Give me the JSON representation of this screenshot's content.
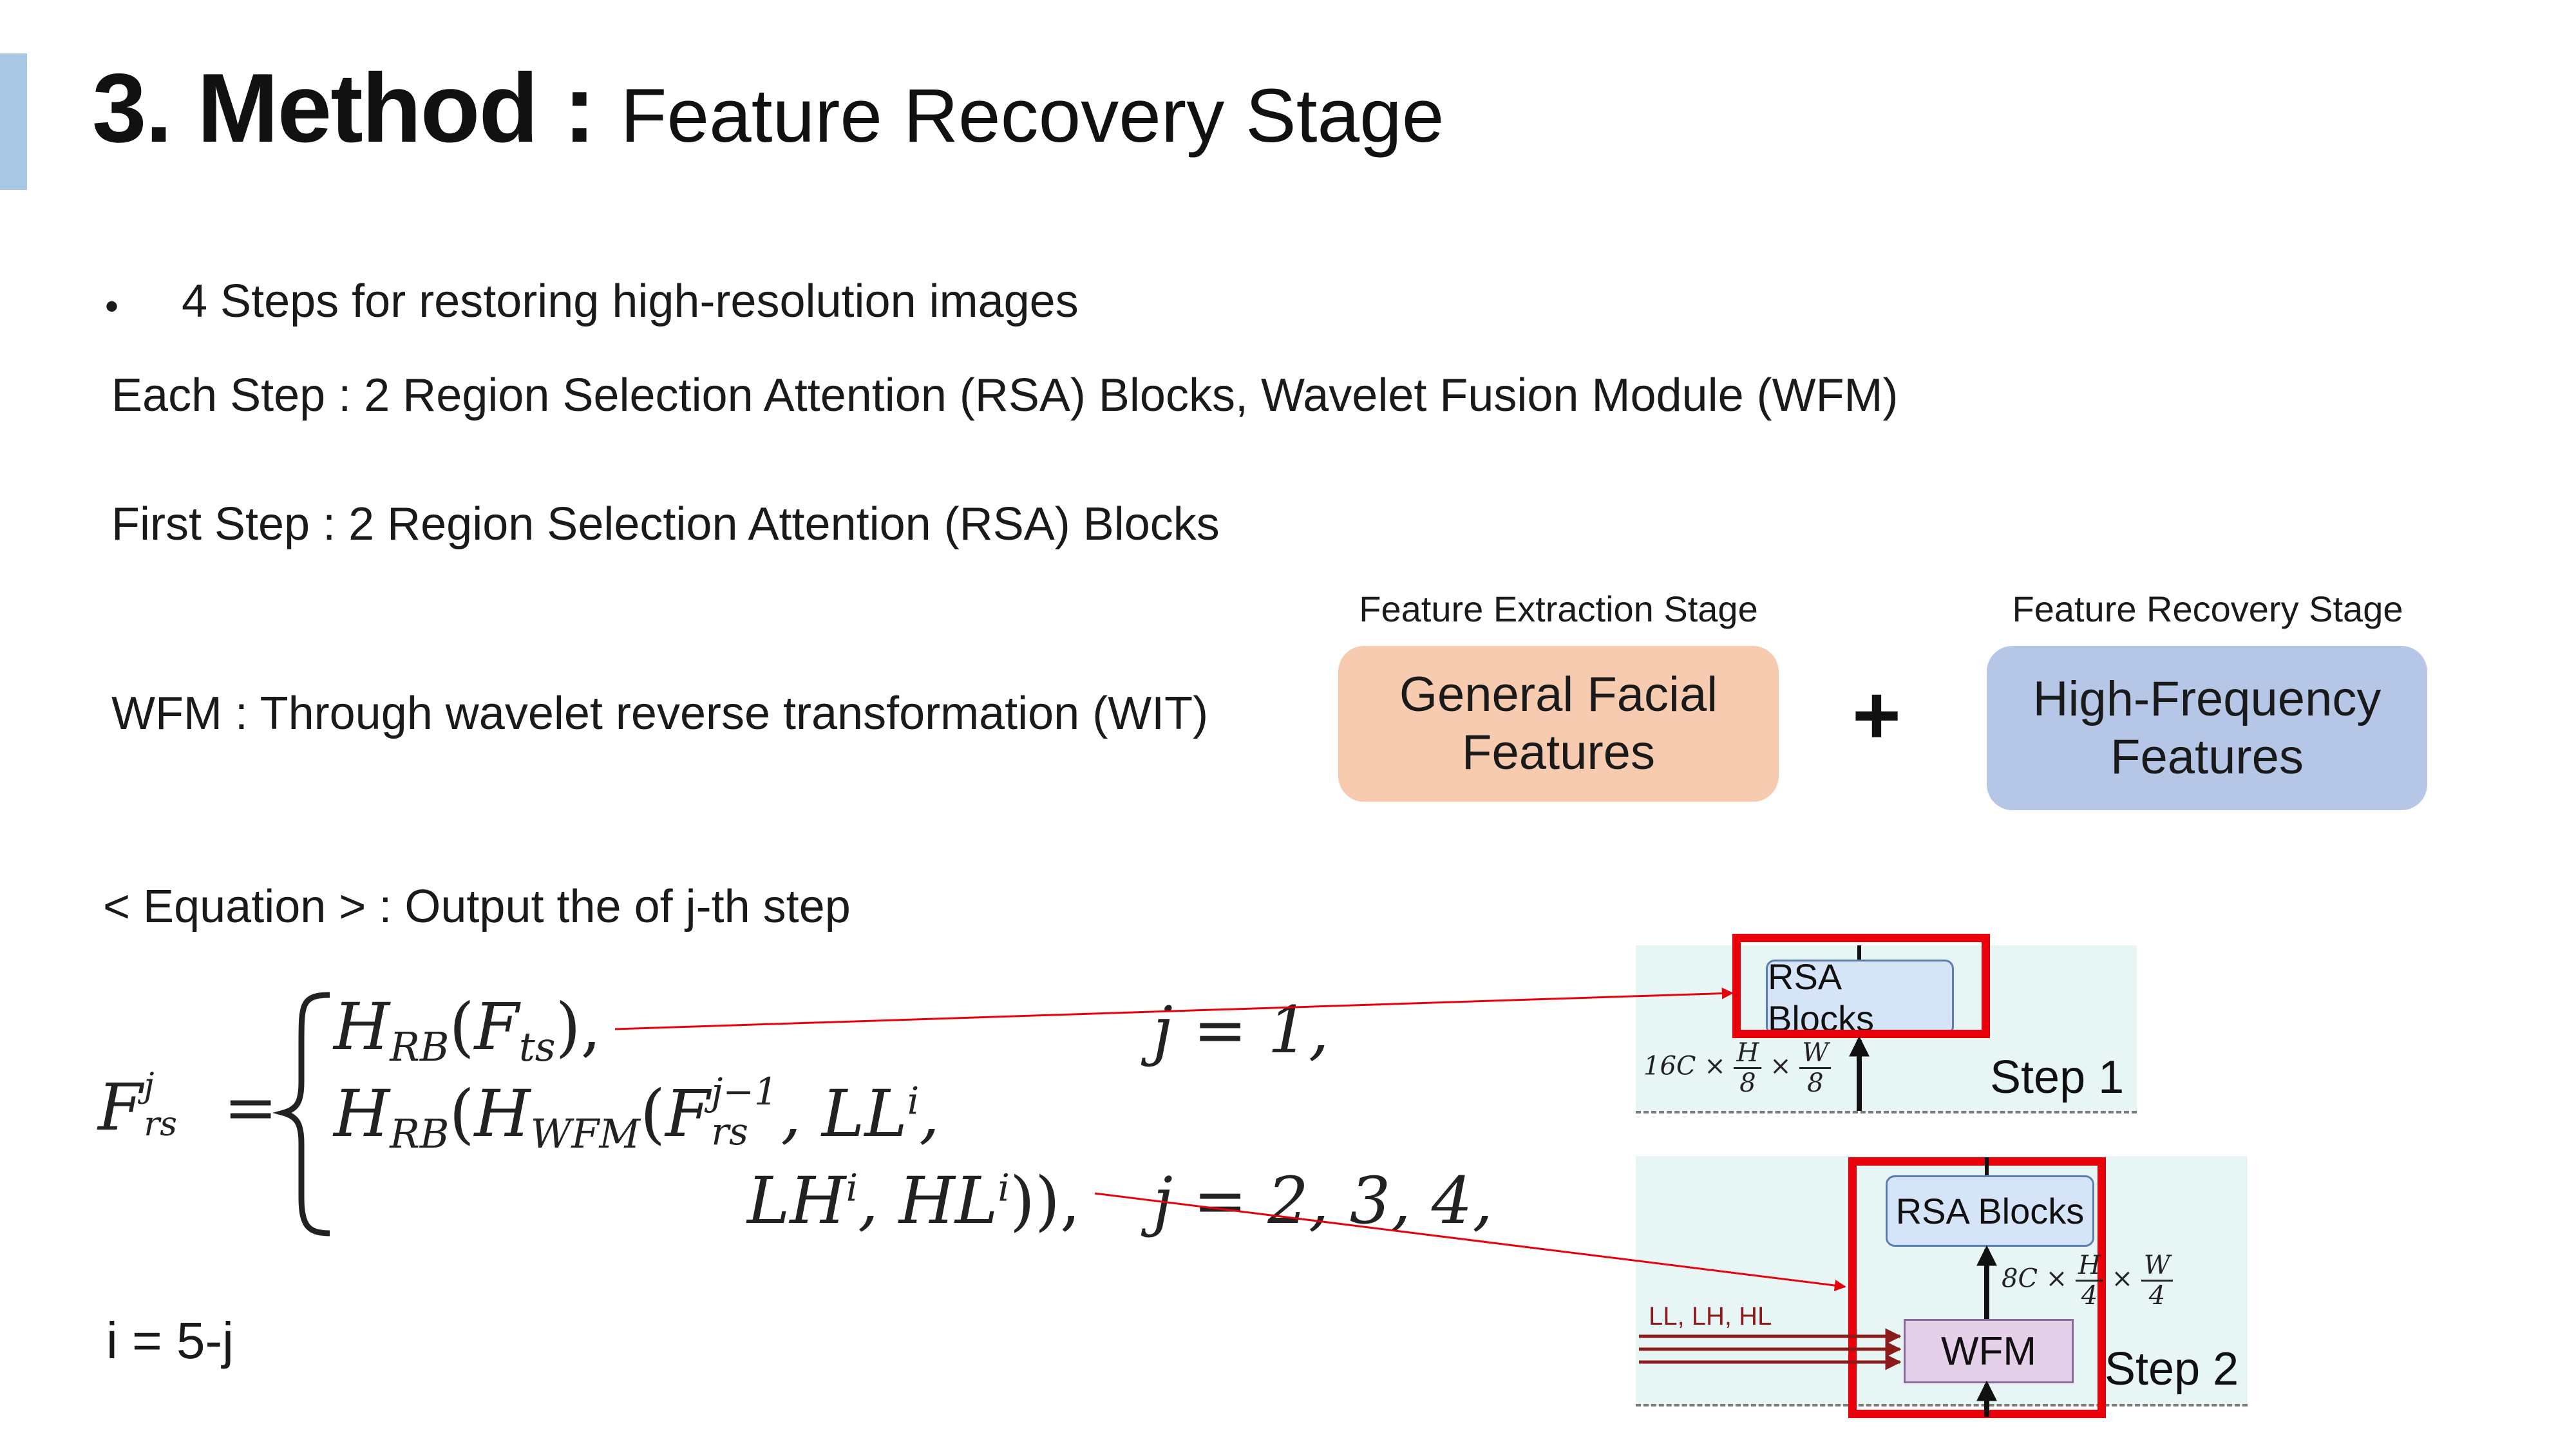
{
  "title": {
    "main": "3. Method : ",
    "sub": "Feature Recovery Stage"
  },
  "bullet": {
    "symbol": "•",
    "text": "4 Steps for restoring high-resolution images"
  },
  "lines": {
    "each_step": "Each Step : 2 Region Selection Attention (RSA) Blocks, Wavelet Fusion Module (WFM)",
    "first_step": "First Step : 2 Region Selection Attention (RSA) Blocks",
    "wfm": "WFM : Through wavelet reverse transformation (WIT)",
    "equation_label": "< Equation > : Output the of j-th step",
    "i_eq": "i = 5-j"
  },
  "stages": {
    "extraction_label": "Feature Extraction Stage",
    "extraction_box_line1": "General Facial",
    "extraction_box_line2": "Features",
    "plus": "+",
    "recovery_label": "Feature Recovery Stage",
    "recovery_box_line1": "High-Frequency",
    "recovery_box_line2": "Features"
  },
  "equation": {
    "lhs_base": "F",
    "lhs_sub": "rs",
    "lhs_sup": "j",
    "equals": "=",
    "row1_H": "H",
    "row1_Hsub": "RB",
    "row1_open": "(F",
    "row1_Fsub": "ts",
    "row1_close": "),",
    "row1_cond": "j = 1,",
    "row2_H": "H",
    "row2_Hsub": "RB",
    "row2_mid": "(H",
    "row2_Hsub2": "WFM",
    "row2_open": "(F",
    "row2_Fsub": "rs",
    "row2_Fsup": "j−1",
    "row2_LL": ", LL",
    "row2_LLsup": "i",
    "row2_tail": ",",
    "row3_LH": "LH",
    "row3_LHsup": "i",
    "row3_HL": ", HL",
    "row3_HLsup": "i",
    "row3_close": ")),",
    "row3_cond": "j = 2, 3, 4,"
  },
  "diagram": {
    "step1": {
      "rsa_label": "RSA Blocks",
      "dim_coef": "16C ×",
      "dim_h_num": "H",
      "dim_h_den": "8",
      "dim_times": "×",
      "dim_w_num": "W",
      "dim_w_den": "8",
      "step_label": "Step 1"
    },
    "step2": {
      "rsa_label": "RSA Blocks",
      "dim_coef": "8C ×",
      "dim_h_num": "H",
      "dim_h_den": "4",
      "dim_times": "×",
      "dim_w_num": "W",
      "dim_w_den": "4",
      "wfm_label": "WFM",
      "inputs_label": "LL, LH, HL",
      "step_label": "Step 2"
    }
  },
  "colors": {
    "accent_bar": "#a9c8e6",
    "orange_box": "#f7cbaf",
    "blue_box": "#b5c6e6",
    "highlight_red": "#e8000a",
    "panel_bg": "#e8f5f5"
  }
}
